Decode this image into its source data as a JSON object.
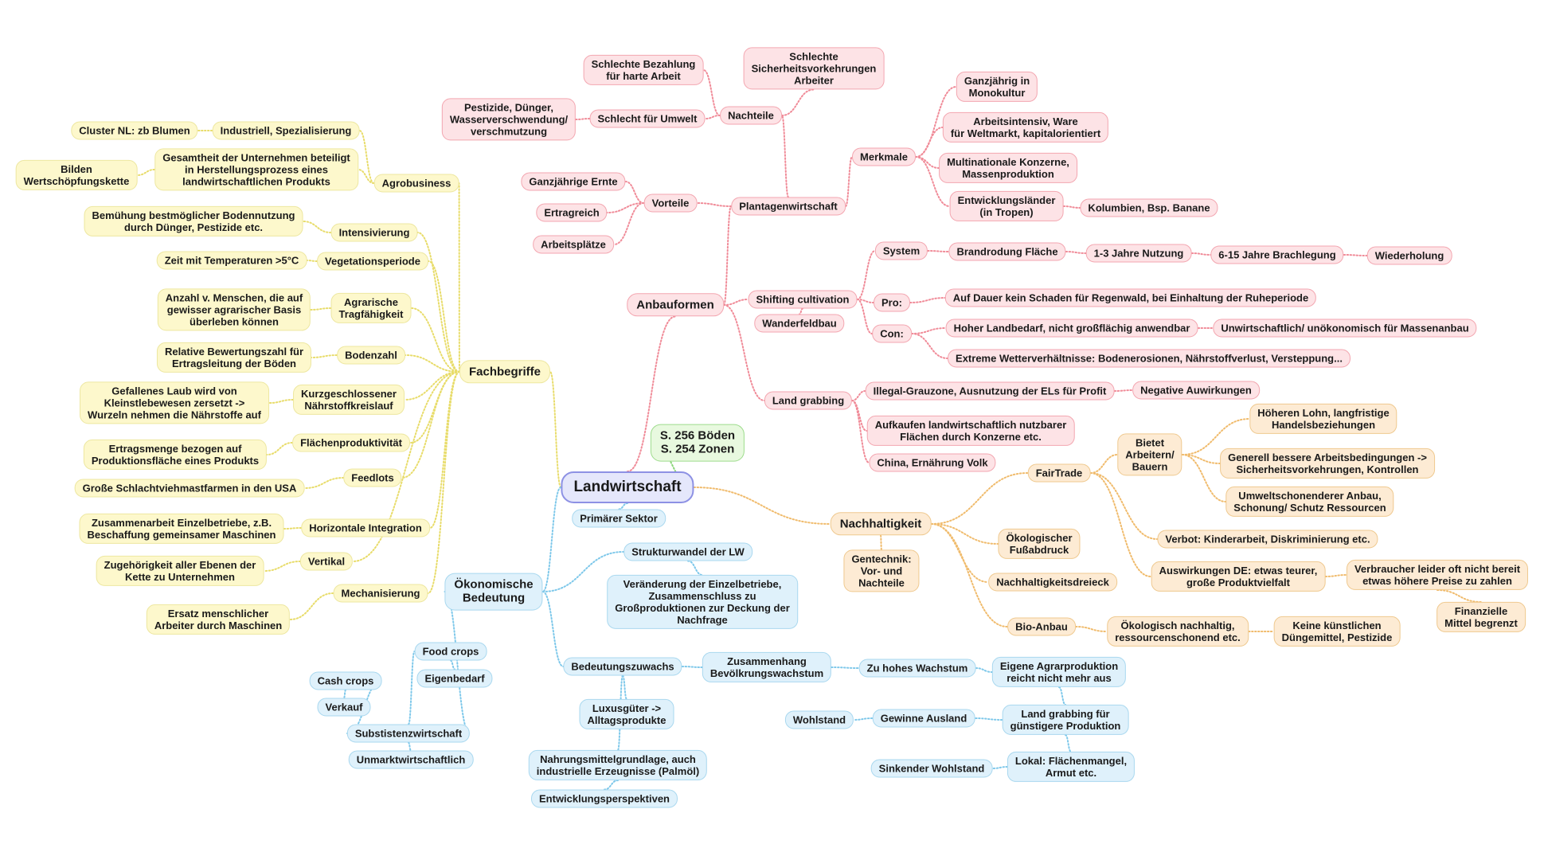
{
  "colors": {
    "red": "#f08b98",
    "yellow": "#e8dc6a",
    "blue": "#7ec8ea",
    "orange": "#f0bb6c",
    "green": "#8bd67a",
    "purple": "#7b7fe0"
  },
  "nodes": [
    {
      "id": "root",
      "text": "Landwirtschaft",
      "color": "purple",
      "level": "root"
    },
    {
      "id": "sbook",
      "text": "S. 256 Böden\nS. 254 Zonen",
      "color": "green",
      "level": "main",
      "parent": "root"
    },
    {
      "id": "anbau",
      "text": "Anbauformen",
      "color": "red",
      "level": "main",
      "parent": "root"
    },
    {
      "id": "plant",
      "text": "Plantagenwirtschaft",
      "color": "red",
      "parent": "anbau"
    },
    {
      "id": "nacht",
      "text": "Nachteile",
      "color": "red",
      "parent": "plant"
    },
    {
      "id": "schlbez",
      "text": "Schlechte Bezahlung\nfür harte Arbeit",
      "color": "red",
      "parent": "nacht"
    },
    {
      "id": "schlsich",
      "text": "Schlechte\nSicherheitsvorkehrungen\nArbeiter",
      "color": "red",
      "parent": "nacht"
    },
    {
      "id": "schlumw",
      "text": "Schlecht für Umwelt",
      "color": "red",
      "parent": "nacht"
    },
    {
      "id": "pest",
      "text": "Pestizide, Dünger,\nWasserverschwendung/\nverschmutzung",
      "color": "red",
      "parent": "schlumw"
    },
    {
      "id": "vort",
      "text": "Vorteile",
      "color": "red",
      "parent": "plant"
    },
    {
      "id": "ganzernte",
      "text": "Ganzjährige Ernte",
      "color": "red",
      "parent": "vort"
    },
    {
      "id": "ertrag",
      "text": "Ertragreich",
      "color": "red",
      "parent": "vort"
    },
    {
      "id": "arbpl",
      "text": "Arbeitsplätze",
      "color": "red",
      "parent": "vort"
    },
    {
      "id": "merk",
      "text": "Merkmale",
      "color": "red",
      "parent": "plant"
    },
    {
      "id": "ganzmono",
      "text": "Ganzjährig in\nMonokultur",
      "color": "red",
      "parent": "merk"
    },
    {
      "id": "arbint",
      "text": "Arbeitsintensiv, Ware\nfür Weltmarkt, kapitalorientiert",
      "color": "red",
      "parent": "merk"
    },
    {
      "id": "multi",
      "text": "Multinationale Konzerne,\nMassenproduktion",
      "color": "red",
      "parent": "merk"
    },
    {
      "id": "entw",
      "text": "Entwicklungsländer\n(in Tropen)",
      "color": "red",
      "parent": "merk"
    },
    {
      "id": "kolum",
      "text": "Kolumbien, Bsp. Banane",
      "color": "red",
      "parent": "entw"
    },
    {
      "id": "shift",
      "text": "Shifting cultivation",
      "color": "red",
      "parent": "anbau"
    },
    {
      "id": "wander",
      "text": "Wanderfeldbau",
      "color": "red",
      "parent": "shift"
    },
    {
      "id": "system",
      "text": "System",
      "color": "red",
      "parent": "shift"
    },
    {
      "id": "brand",
      "text": "Brandrodung Fläche",
      "color": "red",
      "parent": "system"
    },
    {
      "id": "jahre13",
      "text": "1-3 Jahre Nutzung",
      "color": "red",
      "parent": "brand"
    },
    {
      "id": "jahre615",
      "text": "6-15 Jahre Brachlegung",
      "color": "red",
      "parent": "jahre13"
    },
    {
      "id": "wieder",
      "text": "Wiederholung",
      "color": "red",
      "parent": "jahre615"
    },
    {
      "id": "pro",
      "text": "Pro:",
      "color": "red",
      "parent": "shift"
    },
    {
      "id": "dauer",
      "text": "Auf Dauer kein Schaden für Regenwald, bei Einhaltung der Ruheperiode",
      "color": "red",
      "parent": "pro"
    },
    {
      "id": "con",
      "text": "Con:",
      "color": "red",
      "parent": "shift"
    },
    {
      "id": "hoher",
      "text": "Hoher Landbedarf, nicht großflächig anwendbar",
      "color": "red",
      "parent": "con"
    },
    {
      "id": "unwirt",
      "text": "Unwirtschaftlich/ unökonomisch für Massenanbau",
      "color": "red",
      "parent": "hoher"
    },
    {
      "id": "extrem",
      "text": "Extreme Wetterverhältnisse: Bodenerosionen, Nährstoffverlust, Versteppung...",
      "color": "red",
      "parent": "con"
    },
    {
      "id": "landgr",
      "text": "Land grabbing",
      "color": "red",
      "parent": "anbau"
    },
    {
      "id": "illegal",
      "text": "Illegal-Grauzone, Ausnutzung der ELs für Profit",
      "color": "red",
      "parent": "landgr"
    },
    {
      "id": "negaus",
      "text": "Negative Auwirkungen",
      "color": "red",
      "parent": "illegal"
    },
    {
      "id": "aufkauf",
      "text": "Aufkaufen landwirtschaftlich nutzbarer\nFlächen durch Konzerne etc.",
      "color": "red",
      "parent": "landgr"
    },
    {
      "id": "china",
      "text": "China, Ernährung Volk",
      "color": "red",
      "parent": "landgr"
    },
    {
      "id": "fach",
      "text": "Fachbegriffe",
      "color": "yellow",
      "level": "main",
      "parent": "root"
    },
    {
      "id": "agro",
      "text": "Agrobusiness",
      "color": "yellow",
      "parent": "fach"
    },
    {
      "id": "indus",
      "text": "Industriell, Spezialisierung",
      "color": "yellow",
      "parent": "agro"
    },
    {
      "id": "cluster",
      "text": "Cluster NL: zb Blumen",
      "color": "yellow",
      "parent": "indus"
    },
    {
      "id": "gesamt",
      "text": "Gesamtheit der Unternehmen beteiligt\nin Herstellungsprozess eines\nlandwirtschaftlichen Produkts",
      "color": "yellow",
      "parent": "agro"
    },
    {
      "id": "bilden",
      "text": "Bilden\nWertschöpfungskette",
      "color": "yellow",
      "parent": "gesamt"
    },
    {
      "id": "intens",
      "text": "Intensivierung",
      "color": "yellow",
      "parent": "fach"
    },
    {
      "id": "bemueh",
      "text": "Bemühung bestmöglicher Bodennutzung\ndurch Dünger, Pestizide etc.",
      "color": "yellow",
      "parent": "intens"
    },
    {
      "id": "veget",
      "text": "Vegetationsperiode",
      "color": "yellow",
      "parent": "fach"
    },
    {
      "id": "zeit",
      "text": "Zeit mit Temperaturen >5°C",
      "color": "yellow",
      "parent": "veget"
    },
    {
      "id": "tragf",
      "text": "Agrarische\nTragfähigkeit",
      "color": "yellow",
      "parent": "fach"
    },
    {
      "id": "anzahl",
      "text": "Anzahl v. Menschen, die auf\ngewisser agrarischer Basis\nüberleben können",
      "color": "yellow",
      "parent": "tragf"
    },
    {
      "id": "bodenz",
      "text": "Bodenzahl",
      "color": "yellow",
      "parent": "fach"
    },
    {
      "id": "relativ",
      "text": "Relative Bewertungszahl für\nErtragsleitung der Böden",
      "color": "yellow",
      "parent": "bodenz"
    },
    {
      "id": "kreis",
      "text": "Kurzgeschlossener\nNährstoffkreislauf",
      "color": "yellow",
      "parent": "fach"
    },
    {
      "id": "laub",
      "text": "Gefallenes Laub wird von\nKleinstlebewesen zersetzt ->\nWurzeln nehmen die Nährstoffe auf",
      "color": "yellow",
      "parent": "kreis"
    },
    {
      "id": "flaech",
      "text": "Flächenproduktivität",
      "color": "yellow",
      "parent": "fach"
    },
    {
      "id": "ertragm",
      "text": "Ertragsmenge bezogen auf\nProduktionsfläche eines Produkts",
      "color": "yellow",
      "parent": "flaech"
    },
    {
      "id": "feed",
      "text": "Feedlots",
      "color": "yellow",
      "parent": "fach"
    },
    {
      "id": "grosse",
      "text": "Große Schlachtviehmastfarmen in den USA",
      "color": "yellow",
      "parent": "feed"
    },
    {
      "id": "horiz",
      "text": "Horizontale Integration",
      "color": "yellow",
      "parent": "fach"
    },
    {
      "id": "zusarb",
      "text": "Zusammenarbeit Einzelbetriebe, z.B.\nBeschaffung gemeinsamer Maschinen",
      "color": "yellow",
      "parent": "horiz"
    },
    {
      "id": "vert",
      "text": "Vertikal",
      "color": "yellow",
      "parent": "fach"
    },
    {
      "id": "zugeh",
      "text": "Zugehörigkeit aller Ebenen der\nKette zu Unternehmen",
      "color": "yellow",
      "parent": "vert"
    },
    {
      "id": "mech",
      "text": "Mechanisierung",
      "color": "yellow",
      "parent": "fach"
    },
    {
      "id": "ersatz",
      "text": "Ersatz menschlicher\nArbeiter durch Maschinen",
      "color": "yellow",
      "parent": "mech"
    },
    {
      "id": "oeko",
      "text": "Ökonomische\nBedeutung",
      "color": "blue",
      "level": "main",
      "parent": "root"
    },
    {
      "id": "primaer",
      "text": "Primärer Sektor",
      "color": "blue",
      "parent": "root"
    },
    {
      "id": "struktur",
      "text": "Strukturwandel der LW",
      "color": "blue",
      "parent": "oeko"
    },
    {
      "id": "veraend",
      "text": "Veränderung der Einzelbetriebe,\nZusammenschluss zu\nGroßproduktionen zur Deckung der\nNachfrage",
      "color": "blue",
      "parent": "struktur"
    },
    {
      "id": "bedzu",
      "text": "Bedeutungszuwachs",
      "color": "blue",
      "parent": "oeko"
    },
    {
      "id": "zusbev",
      "text": "Zusammenhang\nBevölkrungswachstum",
      "color": "blue",
      "parent": "bedzu"
    },
    {
      "id": "zuhoch",
      "text": "Zu hohes Wachstum",
      "color": "blue",
      "parent": "zusbev"
    },
    {
      "id": "eigene",
      "text": "Eigene Agrarproduktion\nreicht nicht mehr aus",
      "color": "blue",
      "parent": "zuhoch"
    },
    {
      "id": "lgguen",
      "text": "Land grabbing für\ngünstigere Produktion",
      "color": "blue",
      "parent": "eigene"
    },
    {
      "id": "gewinne",
      "text": "Gewinne Ausland",
      "color": "blue",
      "parent": "lgguen"
    },
    {
      "id": "wohl",
      "text": "Wohlstand",
      "color": "blue",
      "parent": "gewinne"
    },
    {
      "id": "lokal",
      "text": "Lokal: Flächenmangel,\nArmut etc.",
      "color": "blue",
      "parent": "lgguen"
    },
    {
      "id": "sinkend",
      "text": "Sinkender Wohlstand",
      "color": "blue",
      "parent": "lokal"
    },
    {
      "id": "luxus",
      "text": "Luxusgüter ->\nAlltagsprodukte",
      "color": "blue",
      "parent": "bedzu"
    },
    {
      "id": "nahrung",
      "text": "Nahrungsmittelgrundlage, auch\nindustrielle Erzeugnisse (Palmöl)",
      "color": "blue",
      "parent": "bedzu"
    },
    {
      "id": "entwpers",
      "text": "Entwicklungsperspektiven",
      "color": "blue",
      "parent": "nahrung"
    },
    {
      "id": "subsist",
      "text": "Substistenzwirtschaft",
      "color": "blue",
      "parent": "oeko"
    },
    {
      "id": "unmarkt",
      "text": "Unmarktwirtschaftlich",
      "color": "blue",
      "parent": "subsist"
    },
    {
      "id": "food",
      "text": "Food crops",
      "color": "blue",
      "parent": "subsist"
    },
    {
      "id": "eigenbed",
      "text": "Eigenbedarf",
      "color": "blue",
      "parent": "food"
    },
    {
      "id": "cash",
      "text": "Cash crops",
      "color": "blue",
      "parent": "subsist"
    },
    {
      "id": "verkauf",
      "text": "Verkauf",
      "color": "blue",
      "parent": "cash"
    },
    {
      "id": "nachh",
      "text": "Nachhaltigkeit",
      "color": "orange",
      "level": "main",
      "parent": "root"
    },
    {
      "id": "gentech",
      "text": "Gentechnik:\nVor- und\nNachteile",
      "color": "orange",
      "parent": "nachh"
    },
    {
      "id": "fair",
      "text": "FairTrade",
      "color": "orange",
      "parent": "nachh"
    },
    {
      "id": "bietet",
      "text": "Bietet\nArbeitern/\nBauern",
      "color": "orange",
      "parent": "fair"
    },
    {
      "id": "hoeher",
      "text": "Höheren Lohn, langfristige\nHandelsbeziehungen",
      "color": "orange",
      "parent": "bietet"
    },
    {
      "id": "generell",
      "text": "Generell bessere Arbeitsbedingungen ->\nSicherheitsvorkehrungen, Kontrollen",
      "color": "orange",
      "parent": "bietet"
    },
    {
      "id": "umwelts",
      "text": "Umweltschonenderer Anbau,\nSchonung/ Schutz Ressourcen",
      "color": "orange",
      "parent": "bietet"
    },
    {
      "id": "verbot",
      "text": "Verbot: Kinderarbeit, Diskriminierung etc.",
      "color": "orange",
      "parent": "fair"
    },
    {
      "id": "auswirk",
      "text": "Auswirkungen DE: etwas teurer,\ngroße Produktvielfalt",
      "color": "orange",
      "parent": "fair"
    },
    {
      "id": "verbrau",
      "text": "Verbraucher leider oft nicht bereit\netwas höhere Preise zu zahlen",
      "color": "orange",
      "parent": "auswirk"
    },
    {
      "id": "finanz",
      "text": "Finanzielle\nMittel begrenzt",
      "color": "orange",
      "parent": "verbrau"
    },
    {
      "id": "fussab",
      "text": "Ökologischer\nFußabdruck",
      "color": "orange",
      "parent": "nachh"
    },
    {
      "id": "dreieck",
      "text": "Nachhaltigkeitsdreieck",
      "color": "orange",
      "parent": "nachh"
    },
    {
      "id": "bio",
      "text": "Bio-Anbau",
      "color": "orange",
      "parent": "nachh"
    },
    {
      "id": "oekonach",
      "text": "Ökologisch nachhaltig,\nressourcenschonend etc.",
      "color": "orange",
      "parent": "bio"
    },
    {
      "id": "keine",
      "text": "Keine künstlichen\nDüngemittel, Pestizide",
      "color": "orange",
      "parent": "oekonach"
    }
  ]
}
